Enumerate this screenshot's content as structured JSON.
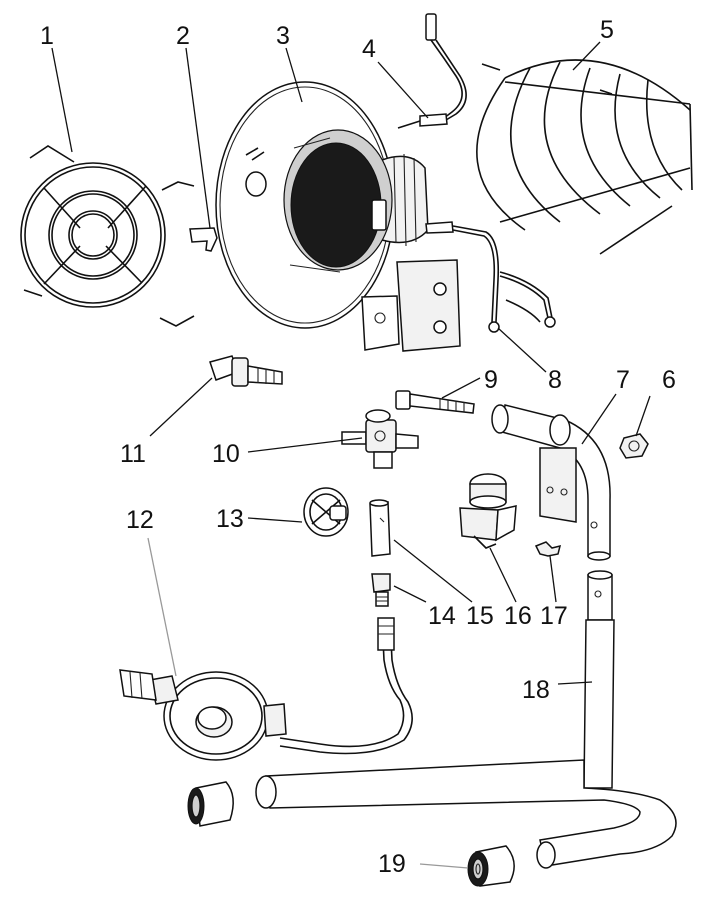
{
  "colors": {
    "line": "#111111",
    "background": "#ffffff",
    "leader_grey": "#999999"
  },
  "labels": {
    "p1": "1",
    "p2": "2",
    "p3": "3",
    "p4": "4",
    "p5": "5",
    "p6": "6",
    "p7": "7",
    "p8": "8",
    "p9": "9",
    "p10": "10",
    "p11": "11",
    "p12": "12",
    "p13": "13",
    "p14": "14",
    "p15": "15",
    "p16": "16",
    "p17": "17",
    "p18": "18",
    "p19": "19"
  }
}
